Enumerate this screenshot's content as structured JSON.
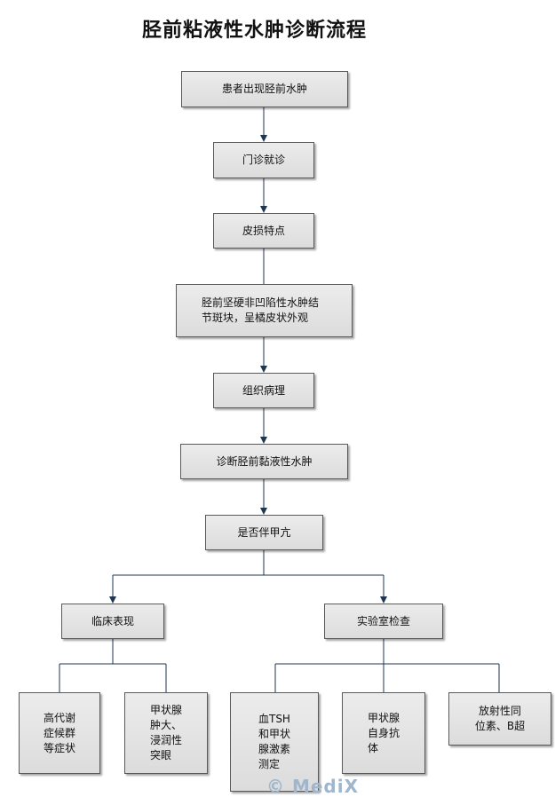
{
  "title": "胫前粘液性水肿诊断流程",
  "nodes": {
    "n1": "患者出现胫前水肿",
    "n2": "门诊就诊",
    "n3": "皮损特点",
    "n4a": "胫前坚硬非凹陷性水肿结",
    "n4b": "节斑块，呈橘皮状外观",
    "n5": "组织病理",
    "n6": "诊断胫前黏液性水肿",
    "n7": "是否伴甲亢",
    "clinical": "临床表现",
    "lab": "实验室检查",
    "c1": [
      "高代谢",
      "症候群",
      "等症状"
    ],
    "c2": [
      "甲状腺",
      "肿大、",
      "浸润性",
      "突眼"
    ],
    "l1": [
      "血TSH",
      "和甲状",
      "腺激素",
      "测定"
    ],
    "l2": [
      "甲状腺",
      "自身抗",
      "体"
    ],
    "l3": [
      "放射性同",
      "位素、B超"
    ]
  },
  "watermark": "© MediX"
}
